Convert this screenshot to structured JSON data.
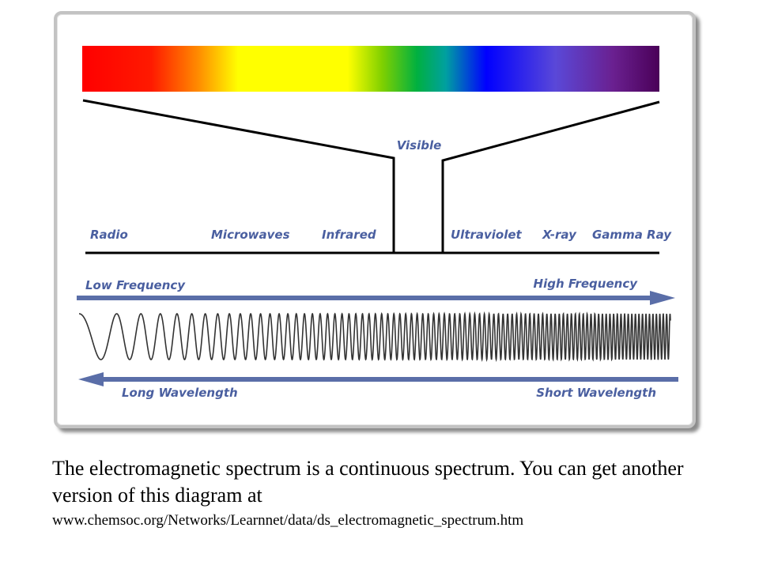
{
  "diagram": {
    "visible_label": "Visible",
    "bands": [
      "Radio",
      "Microwaves",
      "Infrared",
      "Ultraviolet",
      "X-ray",
      "Gamma Ray"
    ],
    "frequency": {
      "low": "Low Frequency",
      "high": "High Frequency"
    },
    "wavelength": {
      "long": "Long Wavelength",
      "short": "Short Wavelength"
    },
    "colors": {
      "arrow": "#5a6ea8",
      "label": "#4a5fa0",
      "spectrum": [
        "#ff0000",
        "#ff7a00",
        "#ffff00",
        "#ffff00",
        "#00b000",
        "#0000ff",
        "#4b3fd0",
        "#4a0060"
      ]
    }
  },
  "caption": {
    "main": "The electromagnetic spectrum is a continuous spectrum.  You can get another version of this diagram at",
    "url": "www.chemsoc.org/Networks/Learnnet/data/ds_electromagnetic_spectrum.htm"
  }
}
